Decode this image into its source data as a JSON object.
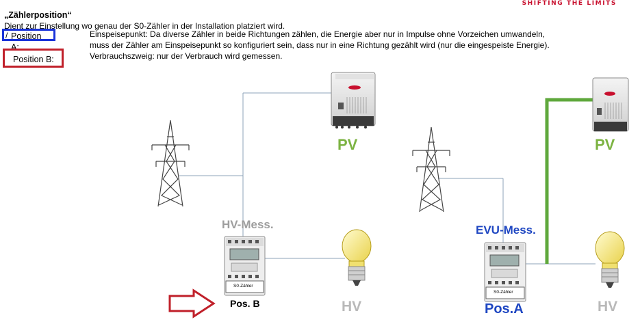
{
  "header": {
    "brand": "SHIFTING THE LIMITS",
    "title": "„Zählerposition“",
    "subtitle": "Dient zur Einstellung wo genau der S0-Zähler in der Installation platziert wird."
  },
  "positions": {
    "a_label": "Position A:",
    "a_text_1": "Einspeisepunkt: Da diverse Zähler in beide Richtungen zählen, die Energie aber nur in Impulse ohne Vorzeichen umwandeln,",
    "a_text_2": "muss der Zähler am Einspeisepunkt so konfiguriert sein, dass nur in eine Richtung gezählt wird (nur die eingespeiste Energie).",
    "b_label": "Position B:",
    "b_text": "Verbrauchszweig: nur der Verbrauch wird gemessen."
  },
  "diagram_left": {
    "pv_label": "PV",
    "meter_title": "HV-Mess.",
    "meter_plate": "S0-Zähler",
    "pos_label": "Pos. B",
    "hv_label": "HV"
  },
  "diagram_right": {
    "pv_label": "PV",
    "meter_title": "EVU-Mess.",
    "meter_plate": "S0-Zähler",
    "pos_label": "Pos.A",
    "hv_label": "HV"
  },
  "colors": {
    "pos_a_border": "#1a33d9",
    "pos_b_border": "#c0202a",
    "pv_green": "#7cb342",
    "hv_gray": "#b9b9b9",
    "evu_blue": "#1f47c2",
    "feed_line": "#5fa83c",
    "arrow_red": "#c0202a"
  }
}
